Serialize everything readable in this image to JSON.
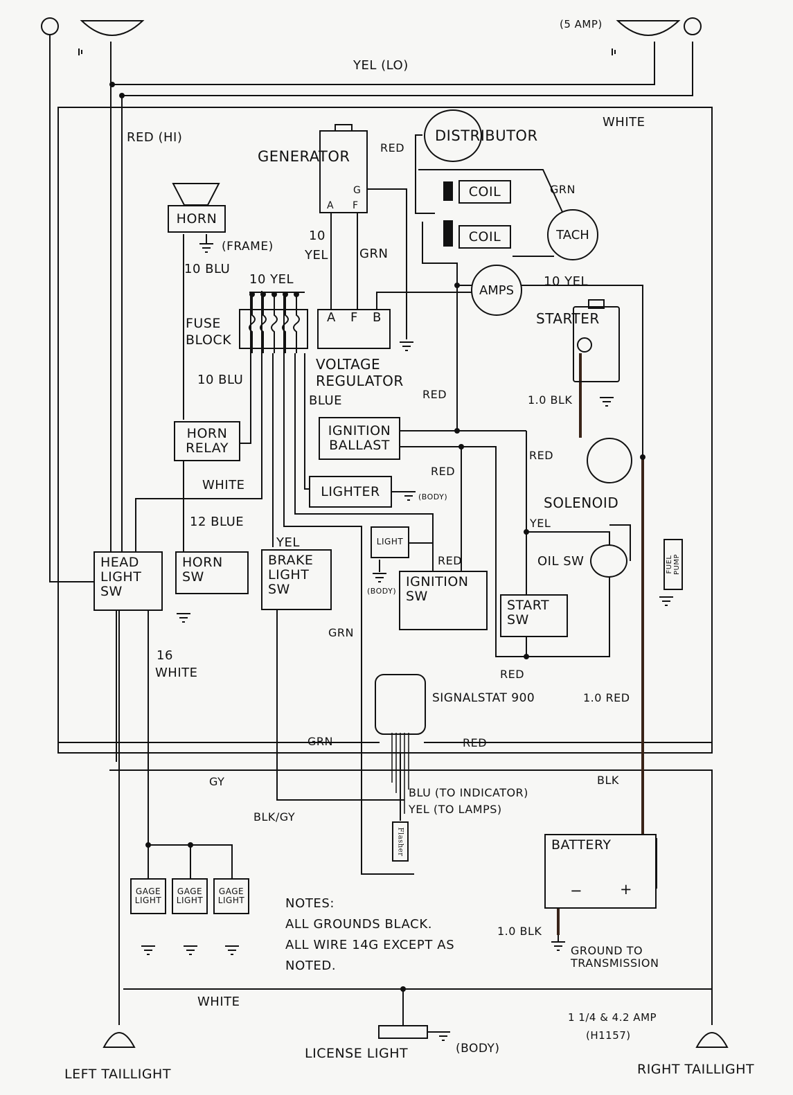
{
  "components": {
    "generator": "GENERATOR",
    "generator_g": "G",
    "generator_a": "A",
    "generator_f": "F",
    "distributor": "DISTRIBUTOR",
    "coil_1": "COIL",
    "coil_2": "COIL",
    "tach": "TACH",
    "horn": "HORN",
    "fuse_block": "FUSE\nBLOCK",
    "regulator_a": "A",
    "regulator_f": "F",
    "regulator_b": "B",
    "voltage_regulator": "VOLTAGE\nREGULATOR",
    "amps": "AMPS",
    "starter": "STARTER",
    "horn_relay": "HORN\nRELAY",
    "ignition_ballast": "IGNITION\nBALLAST",
    "lighter": "LIGHTER",
    "solenoid": "SOLENOID",
    "light": "LIGHT",
    "head_light_sw": "HEAD\nLIGHT\nSW",
    "horn_sw": "HORN\nSW",
    "brake_light_sw": "BRAKE\nLIGHT\nSW",
    "ignition_sw": "IGNITION\nSW",
    "start_sw": "START\nSW",
    "oil_sw": "OIL SW",
    "fuel_pump": "FUEL\nPUMP",
    "signalstat": "SIGNALSTAT 900",
    "flasher": "Flasher",
    "battery": "BATTERY",
    "battery_neg": "−",
    "battery_pos": "+",
    "gage_light_1": "GAGE\nLIGHT",
    "gage_light_2": "GAGE\nLIGHT",
    "gage_light_3": "GAGE\nLIGHT",
    "license_light": "LICENSE LIGHT",
    "left_taillight": "LEFT TAILLIGHT",
    "right_taillight": "RIGHT TAILLIGHT"
  },
  "wire_labels": {
    "five_amp": "(5 AMP)",
    "yel_lo": "YEL (LO)",
    "white_top": "WHITE",
    "red_hi": "RED (HI)",
    "red_gen": "RED",
    "grn_tach": "GRN",
    "frame": "(FRAME)",
    "ten_blu_1": "10 BLU",
    "ten_yel_gen": "10",
    "yel_gen": "YEL",
    "grn_gen": "GRN",
    "ten_yel_fuse": "10 YEL",
    "ten_yel_amps": "10 YEL",
    "ten_blu_2": "10 BLU",
    "blue": "BLUE",
    "red_reg": "RED",
    "one_blk_starter": "1.0 BLK",
    "red_ballast": "RED",
    "red_sol": "RED",
    "body_lighter": "(BODY)",
    "white_relay": "WHITE",
    "twelve_blue": "12 BLUE",
    "yel_brake": "YEL",
    "yel_oil": "YEL",
    "red_ign": "RED",
    "body_light": "(BODY)",
    "grn_mid": "GRN",
    "sixteen": "16",
    "white_16": "WHITE",
    "red_start": "RED",
    "one_red": "1.0 RED",
    "grn_bottom": "GRN",
    "red_bottom": "RED",
    "gy": "GY",
    "blk": "BLK",
    "blu_indicator": "BLU (TO INDICATOR)",
    "yel_lamps": "YEL (TO LAMPS)",
    "blk_gy": "BLK/GY",
    "one_blk_batt": "1.0 BLK",
    "ground_trans": "GROUND TO\nTRANSMISSION",
    "white_bottom": "WHITE",
    "amp_rating": "1 1/4 & 4.2 AMP",
    "h1157": "(H1157)",
    "body_license": "(BODY)"
  },
  "notes": {
    "title": "NOTES:",
    "line1": "ALL GROUNDS BLACK.",
    "line2": "ALL WIRE 14G EXCEPT AS",
    "line3": "NOTED."
  }
}
